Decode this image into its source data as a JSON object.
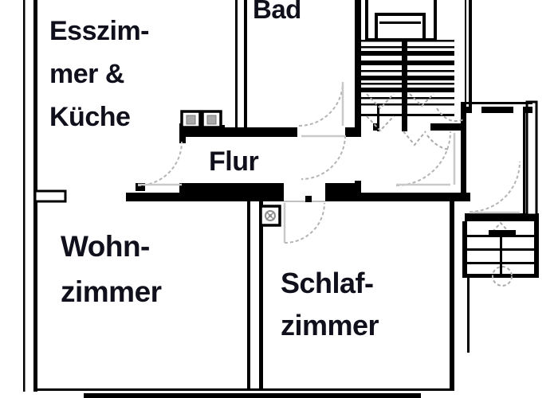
{
  "plan": {
    "type": "apartment-floor-plan",
    "rooms": {
      "esszimmer_kueche": {
        "line1": "Esszim-",
        "line2": "mer &",
        "line3": "Küche"
      },
      "bad": {
        "label": "Bad"
      },
      "flur": {
        "label": "Flur"
      },
      "wohnzimmer": {
        "line1": "Wohn-",
        "line2": "zimmer"
      },
      "schlafzimmer": {
        "line1": "Schlaf-",
        "line2": "zimmer"
      }
    },
    "colors": {
      "wall": "#000000",
      "door_swing": "#b4b4b4",
      "door_leaf": "#c9c9c9",
      "fixture_gray": "#a9a9a9",
      "direction_marks": "#aaaaaa",
      "label_text": "#10101c",
      "background": "#ffffff"
    }
  }
}
